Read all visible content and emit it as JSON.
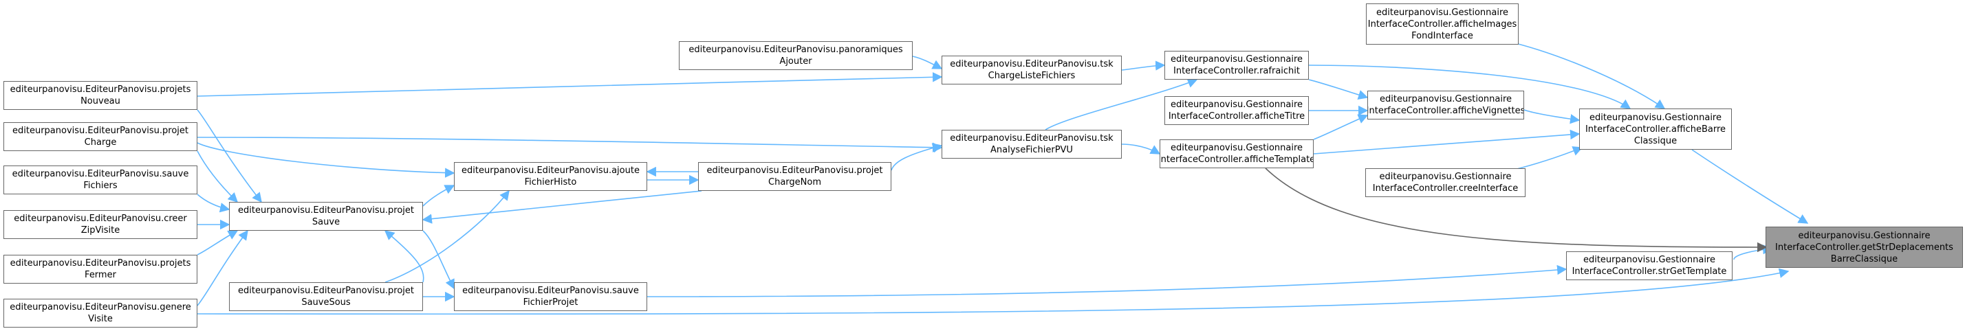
{
  "colors": {
    "edge": "#63b8ff",
    "root_edge": "#666666",
    "root_fill": "#999999",
    "node_border": "#666666"
  },
  "nodes": {
    "n_root": "editeurpanovisu.Gestionnaire\nInterfaceController.getStrDeplacements\nBarreClassique",
    "n_str": "editeurpanovisu.Gestionnaire\nInterfaceController.strGetTemplate",
    "n_barre": "editeurpanovisu.Gestionnaire\nInterfaceController.afficheBarre\nClassique",
    "n_images": "editeurpanovisu.Gestionnaire\nInterfaceController.afficheImages\nFondInterface",
    "n_vign": "editeurpanovisu.Gestionnaire\nInterfaceController.afficheVignettes",
    "n_rafr": "editeurpanovisu.Gestionnaire\nInterfaceController.rafraichit",
    "n_titre": "editeurpanovisu.Gestionnaire\nInterfaceController.afficheTitre",
    "n_templ": "editeurpanovisu.Gestionnaire\nInterfaceController.afficheTemplate",
    "n_cree": "editeurpanovisu.Gestionnaire\nInterfaceController.creeInterface",
    "n_tskcharge": "editeurpanovisu.EditeurPanovisu.tsk\nChargeListeFichiers",
    "n_tskanal": "editeurpanovisu.EditeurPanovisu.tsk\nAnalyseFichierPVU",
    "n_pano": "editeurpanovisu.EditeurPanovisu.panoramiques\nAjouter",
    "n_chnom": "editeurpanovisu.EditeurPanovisu.projet\nChargeNom",
    "n_ajoute": "editeurpanovisu.EditeurPanovisu.ajoute\nFichierHisto",
    "n_sauvefp": "editeurpanovisu.EditeurPanovisu.sauve\nFichierProjet",
    "n_psauve": "editeurpanovisu.EditeurPanovisu.projet\nSauve",
    "n_psous": "editeurpanovisu.EditeurPanovisu.projet\nSauveSous",
    "n_nouveau": "editeurpanovisu.EditeurPanovisu.projets\nNouveau",
    "n_pcharge": "editeurpanovisu.EditeurPanovisu.projet\nCharge",
    "n_sfich": "editeurpanovisu.EditeurPanovisu.sauve\nFichiers",
    "n_zip": "editeurpanovisu.EditeurPanovisu.creer\nZipVisite",
    "n_fermer": "editeurpanovisu.EditeurPanovisu.projets\nFermer",
    "n_genere": "editeurpanovisu.EditeurPanovisu.genere\nVisite"
  }
}
